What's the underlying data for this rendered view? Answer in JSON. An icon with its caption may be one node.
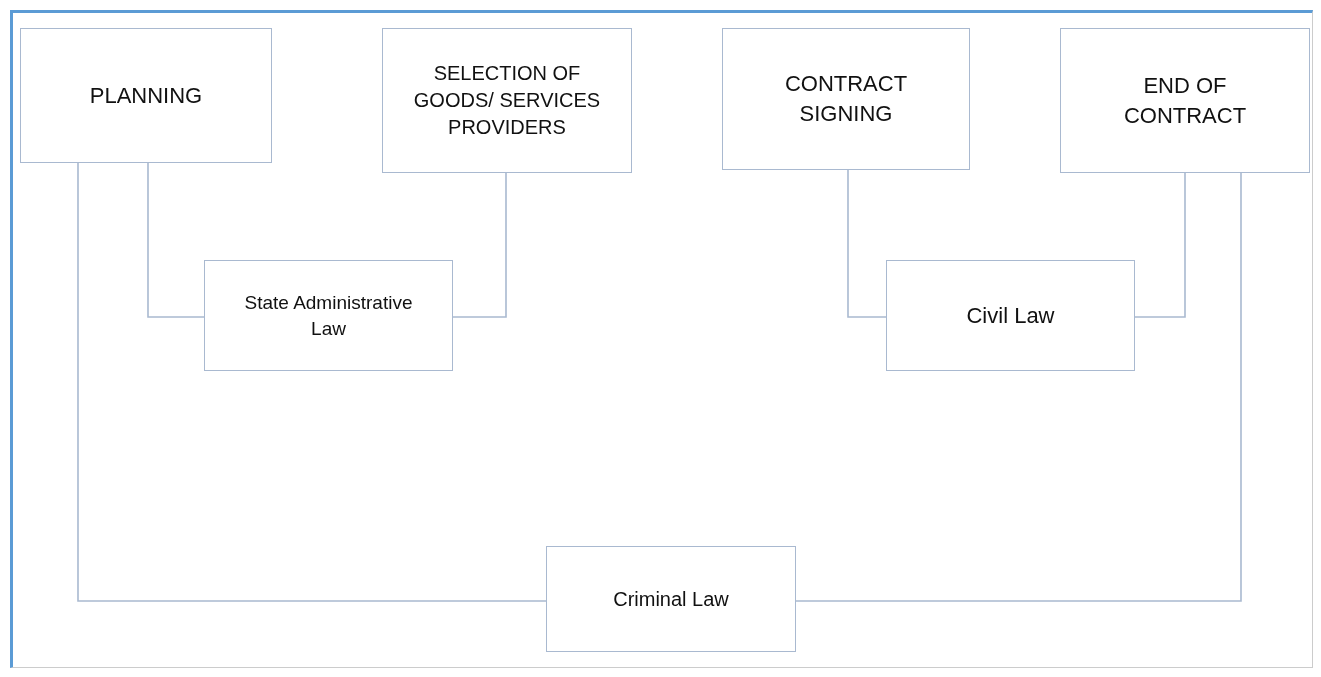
{
  "diagram": {
    "nodes": [
      {
        "text": [
          "PLANNING"
        ]
      },
      {
        "text": [
          "SELECTION OF GOODS/ SERVICES PROVIDERS"
        ]
      },
      {
        "text": [
          "CONTRACT SIGNING"
        ]
      },
      {
        "text": [
          "END OF CONTRACT"
        ]
      },
      {
        "text": [
          "State Administrative Law"
        ]
      },
      {
        "text": [
          "Civil Law"
        ]
      },
      {
        "text": [
          "Criminal Law"
        ]
      }
    ],
    "edges": [
      {
        "from": 0,
        "to": 4,
        "arrow": "none"
      },
      {
        "from": 1,
        "to": 4,
        "arrow": "none"
      },
      {
        "from": 2,
        "to": 5,
        "arrow": "none"
      },
      {
        "from": 3,
        "to": 5,
        "arrow": "none"
      },
      {
        "from": 0,
        "to": 6,
        "arrow": "none"
      },
      {
        "from": 3,
        "to": 6,
        "arrow": "none"
      }
    ]
  }
}
